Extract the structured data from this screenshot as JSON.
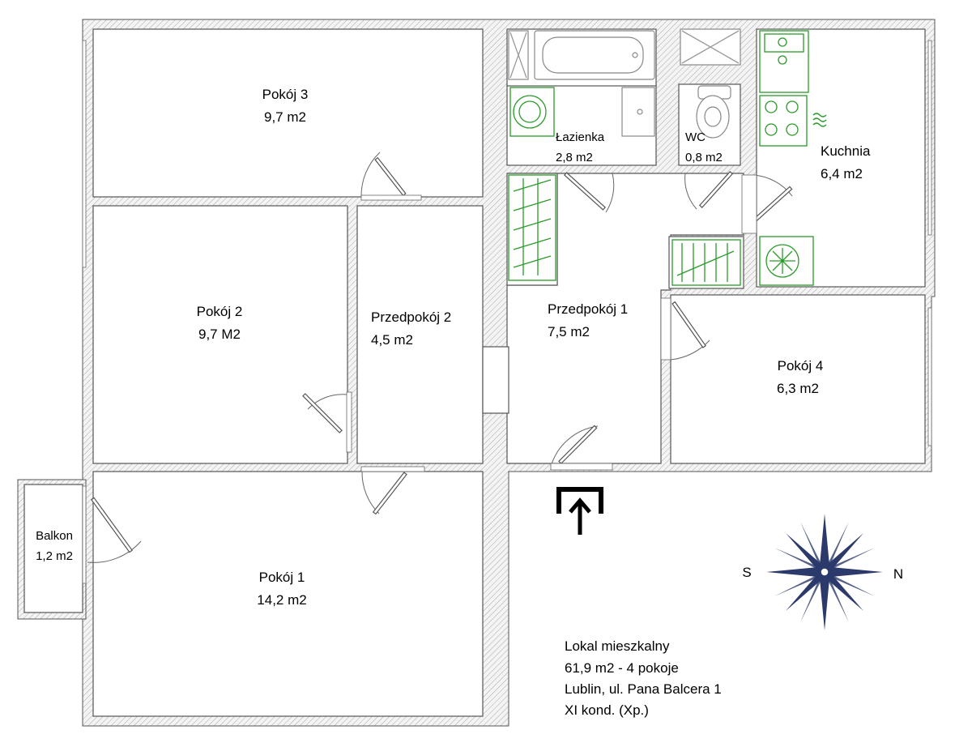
{
  "rooms": {
    "pokoj3": {
      "name": "Pokój 3",
      "area": "9,7 m2"
    },
    "pokoj2": {
      "name": "Pokój 2",
      "area": "9,7 M2"
    },
    "przedpokoj2": {
      "name": "Przedpokój 2",
      "area": "4,5 m2"
    },
    "lazienka": {
      "name": "Łazienka",
      "area": "2,8 m2"
    },
    "wc": {
      "name": "WC",
      "area": "0,8 m2"
    },
    "kuchnia": {
      "name": "Kuchnia",
      "area": "6,4 m2"
    },
    "przedpokoj1": {
      "name": "Przedpokój 1",
      "area": "7,5 m2"
    },
    "pokoj4": {
      "name": "Pokój 4",
      "area": "6,3 m2"
    },
    "pokoj1": {
      "name": "Pokój 1",
      "area": "14,2 m2"
    },
    "balkon": {
      "name": "Balkon",
      "area": "1,2 m2"
    }
  },
  "compass": {
    "south": "S",
    "north": "N",
    "color": "#2b3a6b"
  },
  "info": {
    "line1": "Lokal mieszkalny",
    "line2": "61,9 m2 - 4 pokoje",
    "line3": "Lublin, ul. Pana Balcera 1",
    "line4": "XI kond. (Xp.)"
  },
  "entrance_icon": "entrance-arrow-icon",
  "fixture_color": "#2a9a2a"
}
